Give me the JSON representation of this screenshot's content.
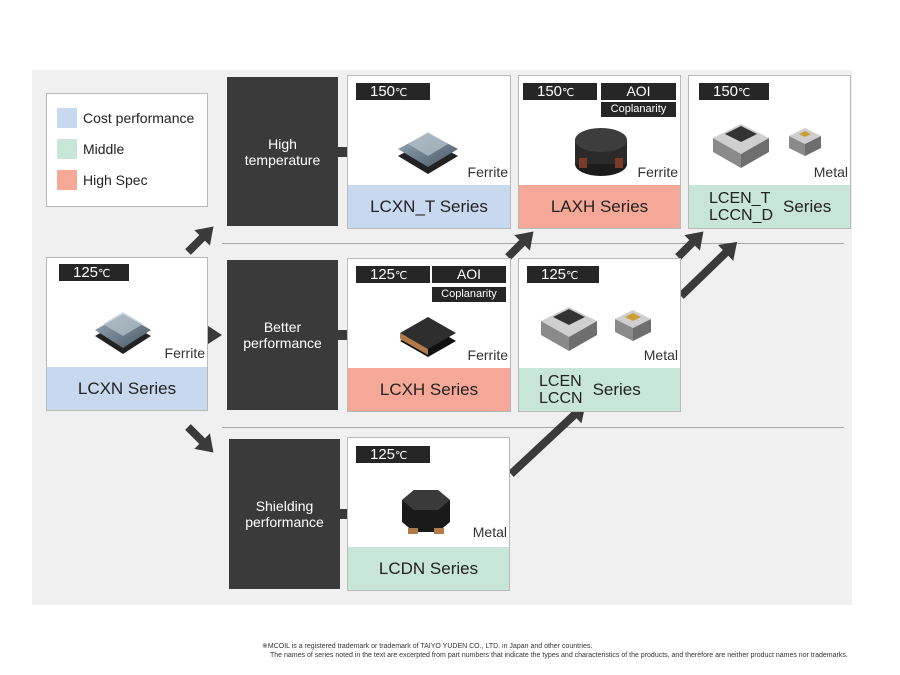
{
  "legend": {
    "items": [
      {
        "label": "Cost performance",
        "color": "#c8d8ef"
      },
      {
        "label": "Middle",
        "color": "#c8e6d7"
      },
      {
        "label": "High Spec",
        "color": "#f5a898"
      }
    ]
  },
  "categories": {
    "high_temp": "High\ntemperature",
    "better": "Better\nperformance",
    "shielding": "Shielding\nperformance"
  },
  "cards": {
    "lcxn": {
      "temp": "125",
      "unit": "℃",
      "material": "Ferrite",
      "series": "LCXN Series"
    },
    "lcxnt": {
      "temp": "150",
      "unit": "℃",
      "material": "Ferrite",
      "series": "LCXN_T Series"
    },
    "laxh": {
      "temp": "150",
      "unit": "℃",
      "aoi": "AOI",
      "coplanarity": "Coplanarity",
      "material": "Ferrite",
      "series": "LAXH Series"
    },
    "lcent": {
      "temp": "150",
      "unit": "℃",
      "material": "Metal",
      "name1": "LCEN_T",
      "name2": "LCCN_D",
      "suffix": "Series"
    },
    "lcxh": {
      "temp": "125",
      "unit": "℃",
      "aoi": "AOI",
      "coplanarity": "Coplanarity",
      "material": "Ferrite",
      "series": "LCXH Series"
    },
    "lcen": {
      "temp": "125",
      "unit": "℃",
      "material": "Metal",
      "name1": "LCEN",
      "name2": "LCCN",
      "suffix": "Series"
    },
    "lcdn": {
      "temp": "125",
      "unit": "℃",
      "material": "Metal",
      "series": "LCDN Series"
    }
  },
  "notes": {
    "line1": "※MCOIL is a registered trademark or trademark of TAIYO YUDEN CO., LTD. in Japan and other countries.",
    "line2": "The names of series noted in the text are excerpted from part numbers that indicate the types and characteristics of the products, and therefore are neither product names nor trademarks."
  }
}
